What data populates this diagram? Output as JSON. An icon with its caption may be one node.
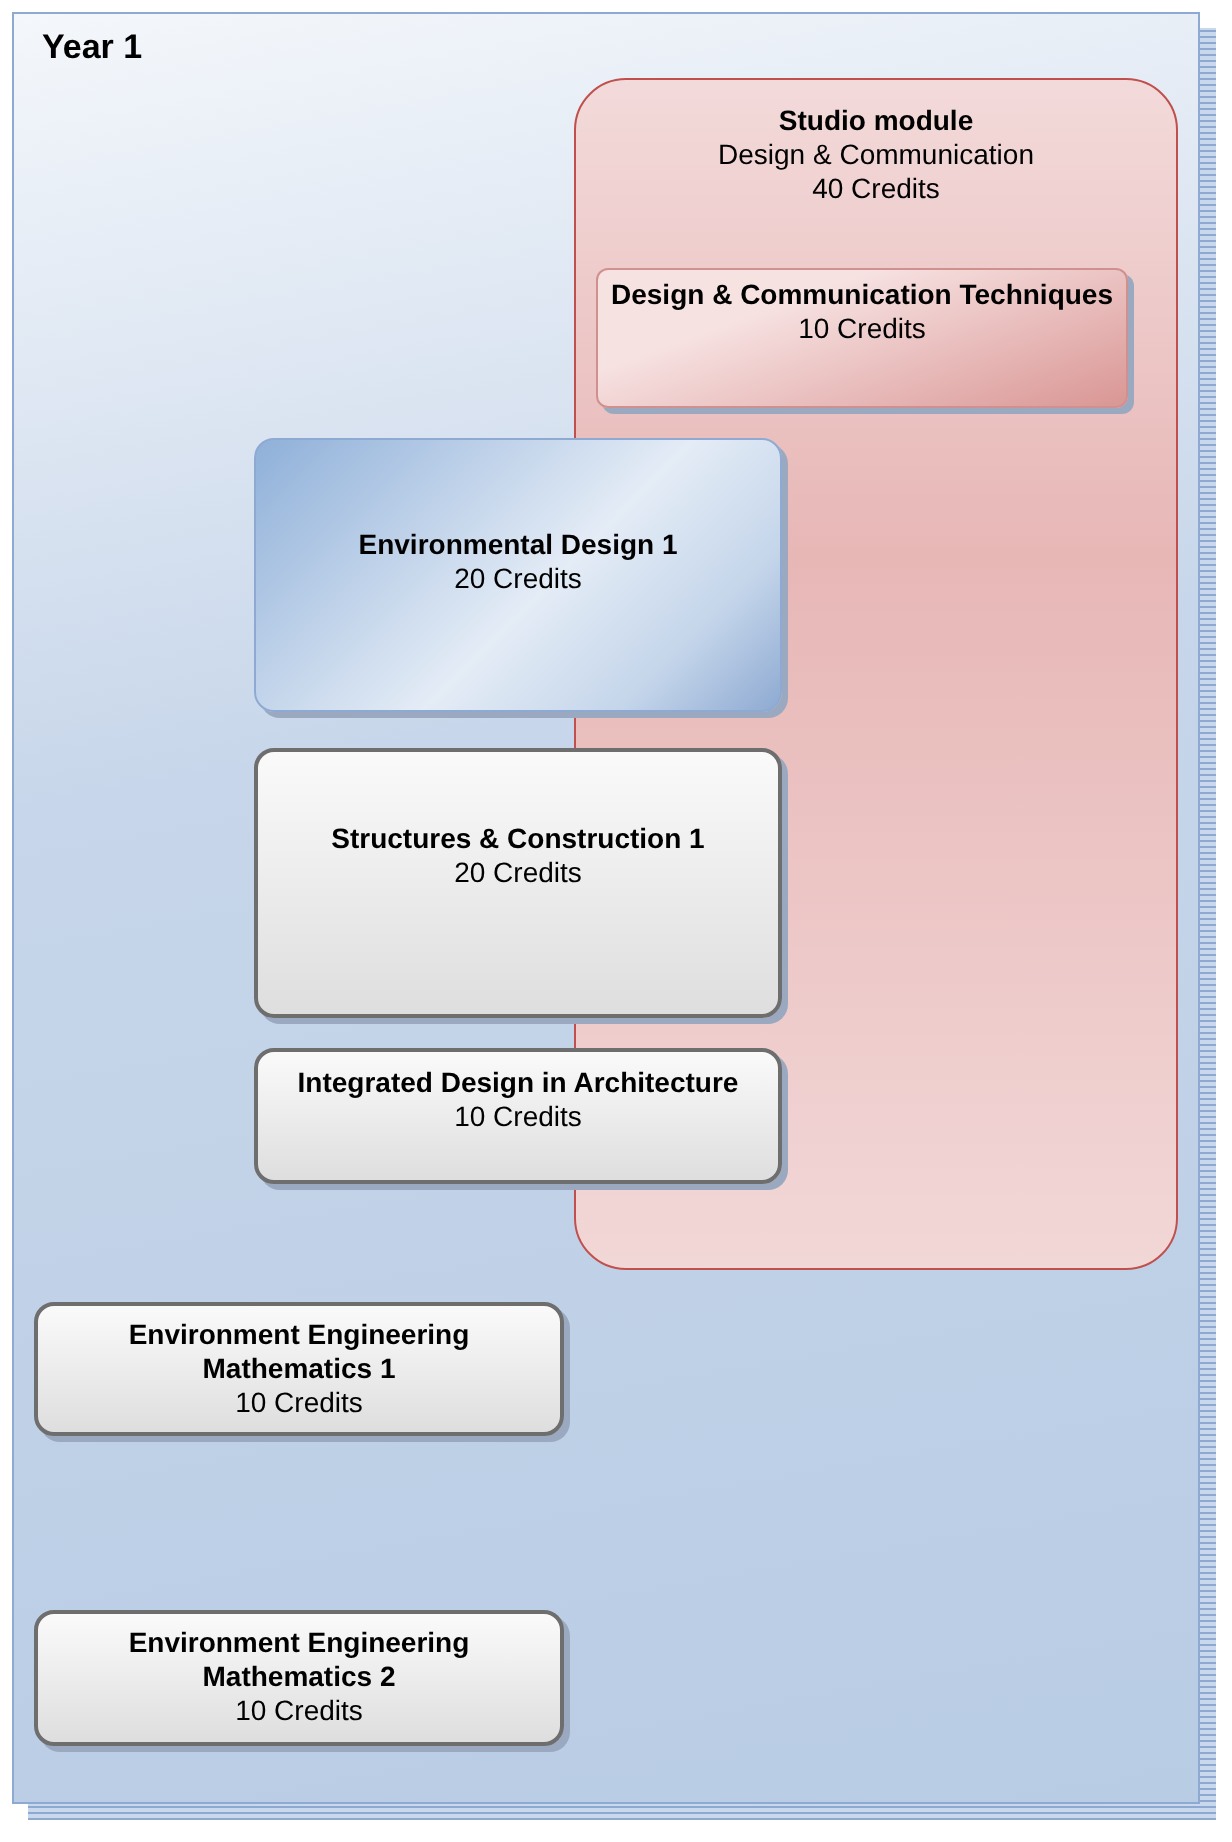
{
  "diagram": {
    "nodes": [
      {
        "text": [
          "Year 1"
        ]
      },
      {
        "text": [
          "Studio module",
          "Design & Communication",
          "40 Credits"
        ],
        "in": 0
      },
      {
        "text": [
          "Design & Communication Techniques",
          "10 Credits"
        ],
        "in": 1
      },
      {
        "text": [
          "Environmental Design 1",
          "20 Credits"
        ],
        "in": 0
      },
      {
        "text": [
          "Structures & Construction 1",
          "20 Credits"
        ],
        "in": 0
      },
      {
        "text": [
          "Integrated Design in Architecture",
          "10 Credits"
        ],
        "in": 0
      },
      {
        "text": [
          "Environment Engineering Mathematics 1",
          "10 Credits"
        ],
        "in": 0
      },
      {
        "text": [
          "Environment Engineering Mathematics 2",
          "10 Credits"
        ],
        "in": 0
      }
    ]
  }
}
